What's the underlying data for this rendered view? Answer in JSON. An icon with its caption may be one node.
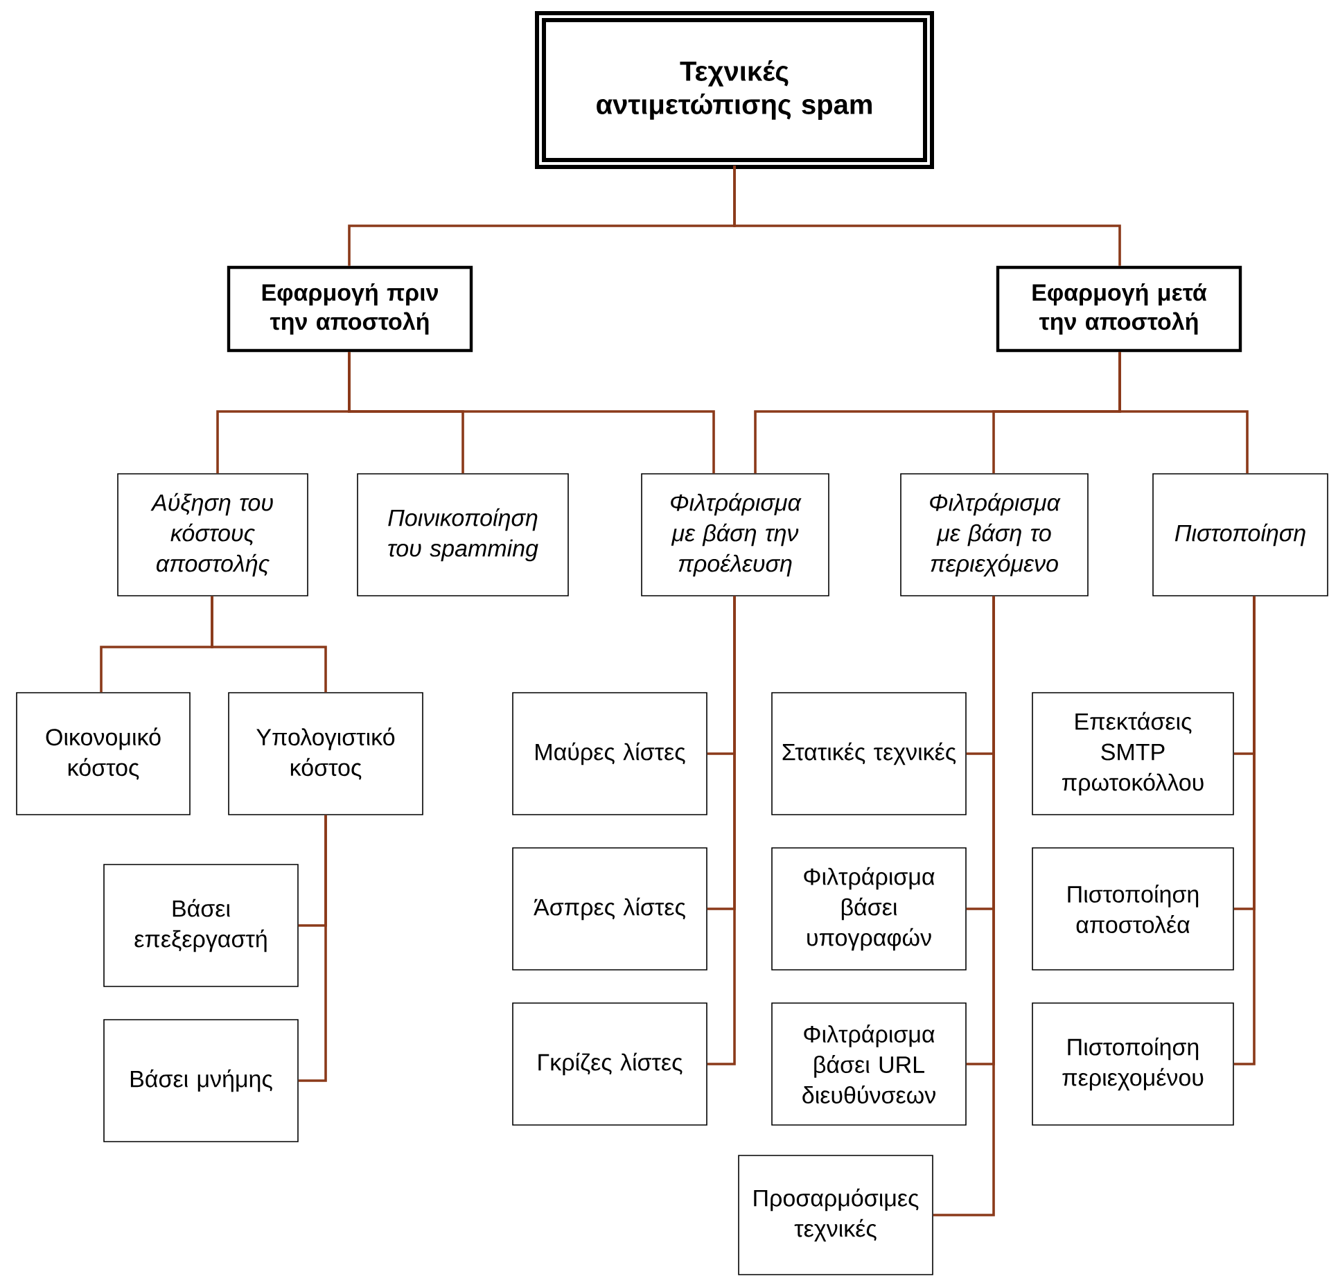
{
  "diagram": {
    "nodes": [
      {
        "text": [
          "Τεχνικές αντιμετώπισης spam"
        ]
      },
      {
        "text": [
          "Εφαρμογή πριν την αποστολή"
        ]
      },
      {
        "text": [
          "Εφαρμογή μετά την αποστολή"
        ]
      },
      {
        "text": [
          "Αύξηση του κόστους αποστολής"
        ]
      },
      {
        "text": [
          "Ποινικοποίηση του spamming"
        ]
      },
      {
        "text": [
          "Φιλτράρισμα με βάση την προέλευση"
        ]
      },
      {
        "text": [
          "Φιλτράρισμα με βάση το περιεχόμενο"
        ]
      },
      {
        "text": [
          "Πιστοποίηση"
        ]
      },
      {
        "text": [
          "Οικονομικό κόστος"
        ]
      },
      {
        "text": [
          "Υπολογιστικό κόστος"
        ]
      },
      {
        "text": [
          "Βάσει επεξεργαστή"
        ]
      },
      {
        "text": [
          "Βάσει μνήμης"
        ]
      },
      {
        "text": [
          "Μαύρες λίστες"
        ]
      },
      {
        "text": [
          "Άσπρες λίστες"
        ]
      },
      {
        "text": [
          "Γκρίζες λίστες"
        ]
      },
      {
        "text": [
          "Στατικές τεχνικές"
        ]
      },
      {
        "text": [
          "Φιλτράρισμα βάσει υπογραφών"
        ]
      },
      {
        "text": [
          "Φιλτράρισμα βάσει URL διευθύνσεων"
        ]
      },
      {
        "text": [
          "Προσαρμόσιμες τεχνικές"
        ]
      },
      {
        "text": [
          "Επεκτάσεις SMTP πρωτοκόλλου"
        ]
      },
      {
        "text": [
          "Πιστοποίηση αποστολέα"
        ]
      },
      {
        "text": [
          "Πιστοποίηση περιεχομένου"
        ]
      }
    ],
    "edges": [
      {
        "from": 0,
        "to": 1,
        "arrow": "none"
      },
      {
        "from": 0,
        "to": 2,
        "arrow": "none"
      },
      {
        "from": 1,
        "to": 3,
        "arrow": "none"
      },
      {
        "from": 1,
        "to": 4,
        "arrow": "none"
      },
      {
        "from": 1,
        "to": 5,
        "arrow": "none"
      },
      {
        "from": 2,
        "to": 5,
        "arrow": "none"
      },
      {
        "from": 2,
        "to": 6,
        "arrow": "none"
      },
      {
        "from": 2,
        "to": 7,
        "arrow": "none"
      },
      {
        "from": 3,
        "to": 8,
        "arrow": "none"
      },
      {
        "from": 3,
        "to": 9,
        "arrow": "none"
      },
      {
        "from": 9,
        "to": 10,
        "arrow": "none"
      },
      {
        "from": 9,
        "to": 11,
        "arrow": "none"
      },
      {
        "from": 5,
        "to": 12,
        "arrow": "none"
      },
      {
        "from": 5,
        "to": 13,
        "arrow": "none"
      },
      {
        "from": 5,
        "to": 14,
        "arrow": "none"
      },
      {
        "from": 6,
        "to": 15,
        "arrow": "none"
      },
      {
        "from": 6,
        "to": 16,
        "arrow": "none"
      },
      {
        "from": 6,
        "to": 17,
        "arrow": "none"
      },
      {
        "from": 6,
        "to": 18,
        "arrow": "none"
      },
      {
        "from": 7,
        "to": 19,
        "arrow": "none"
      },
      {
        "from": 7,
        "to": 20,
        "arrow": "none"
      },
      {
        "from": 7,
        "to": 21,
        "arrow": "none"
      }
    ]
  }
}
